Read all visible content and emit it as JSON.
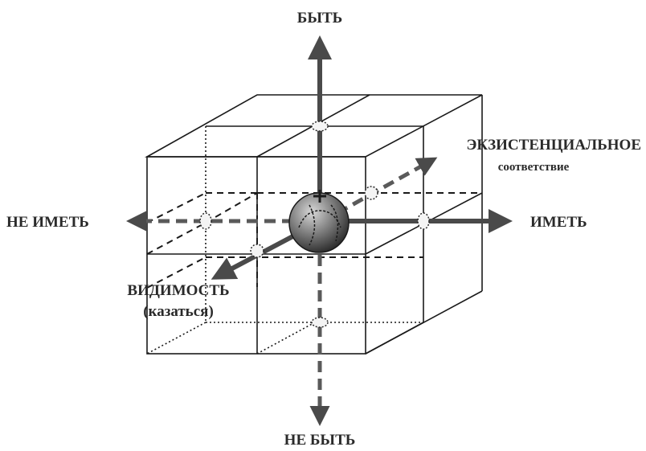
{
  "labels": {
    "top": "БЫТЬ",
    "bottom": "НЕ БЫТЬ",
    "left": "НЕ ИМЕТЬ",
    "right": "ИМЕТЬ",
    "depth_back_line1": "ЭКЗИСТЕНЦИАЛЬНОЕ",
    "depth_back_line2": "соответствие",
    "depth_front_line1": "ВИДИМОСТЬ",
    "depth_front_line2": "(казаться)"
  },
  "colors": {
    "line": "#1a1a1a",
    "axis": "#5a5a5a",
    "sphere_light": "#d0d0d0",
    "sphere_dark": "#3a3a3a"
  }
}
